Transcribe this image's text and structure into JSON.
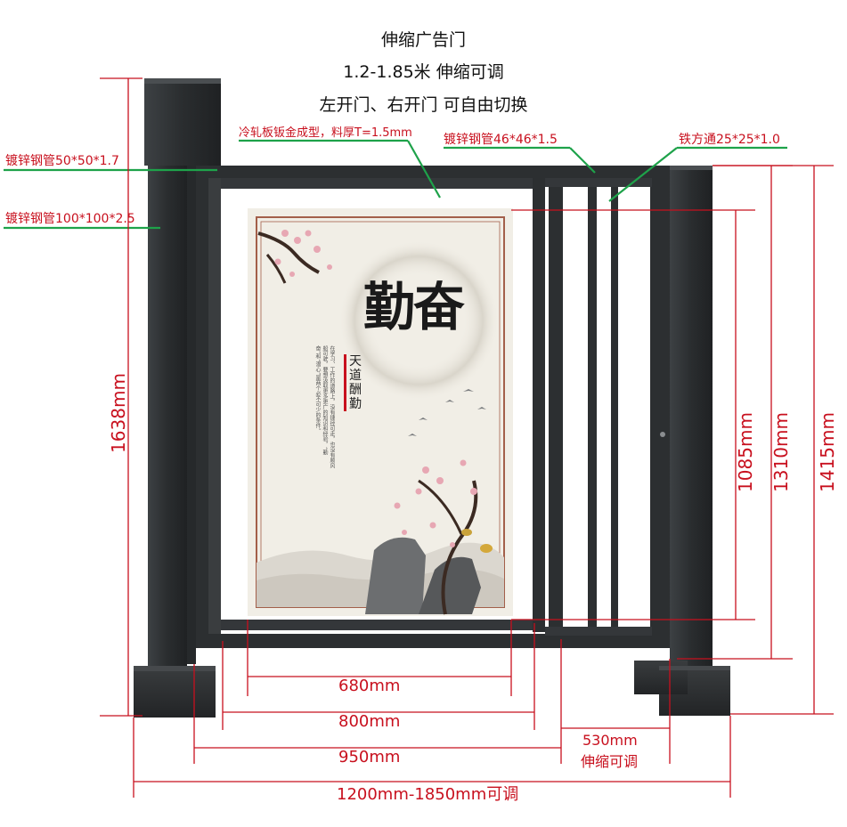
{
  "title": {
    "line1": "伸缩广告门",
    "line2": "1.2-1.85米 伸缩可调",
    "line3": "左开门、右开门 可自由切换"
  },
  "callouts": {
    "post_small": "镀锌钢管50*50*1.7",
    "post_large": "镀锌钢管100*100*2.5",
    "panel_sheet": "冷轧板钣金成型，料厚T=1.5mm",
    "frame_tube": "镀锌钢管46*46*1.5",
    "square_bar": "铁方通25*25*1.0"
  },
  "dimensions": {
    "w680": "680mm",
    "w800": "800mm",
    "w950": "950mm",
    "w530": "530mm",
    "w530_note": "伸缩可调",
    "w_total": "1200mm-1850mm可调",
    "h1638": "1638mm",
    "h1085": "1085mm",
    "h1310": "1310mm",
    "h1415": "1415mm"
  },
  "poster": {
    "headline": "勤奋",
    "badge": "天道酬勤",
    "body_text": "在学习、工作的道路上，没有捷径可走，也没有顺风船可驶，要想汲取更多更广的知识和经验，“勤奋”和“潜心”是两个必不可少的条件。"
  },
  "colors": {
    "dimension": "#c8101e",
    "leader": "#1ea24a",
    "frame": "#2c2f31",
    "poster_bg": "#f1eee6"
  }
}
